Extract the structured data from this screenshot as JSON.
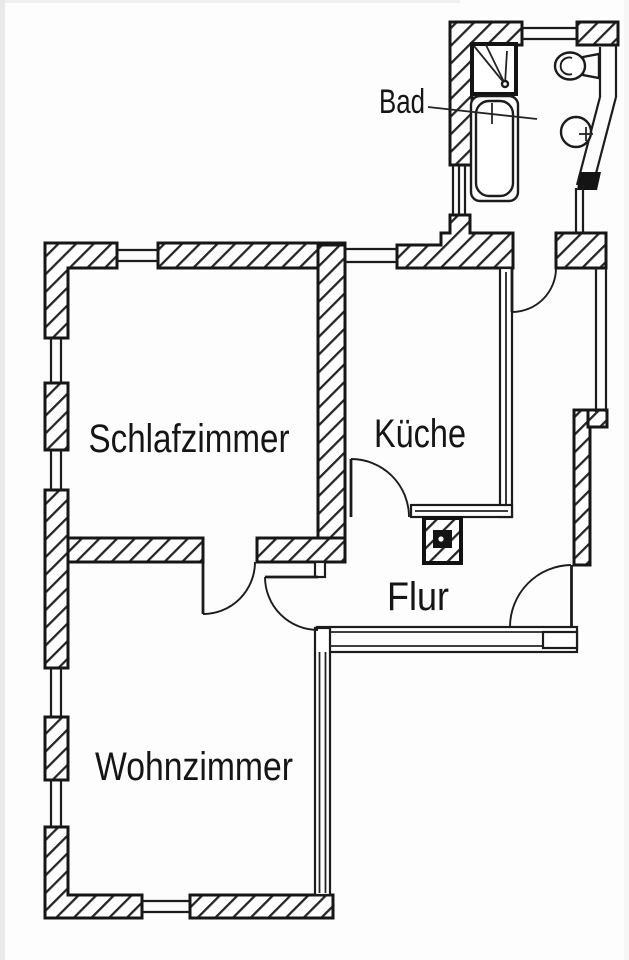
{
  "document": {
    "kind": "scanned apartment floor plan",
    "language": "de"
  },
  "colors": {
    "ink": "#1c1c1c",
    "paper": "#ffffff",
    "hatch_line": "#262626"
  },
  "rooms": {
    "bad": {
      "label": "Bad"
    },
    "schlafzimmer": {
      "label": "Schlafzimmer"
    },
    "kueche": {
      "label": "Küche"
    },
    "flur": {
      "label": "Flur"
    },
    "wohnzimmer": {
      "label": "Wohnzimmer"
    }
  },
  "fixtures": {
    "shower": "shower-tray",
    "bathtub": "bathtub",
    "toilet": "toilet",
    "sink": "washbasin",
    "chimney": "chimney-flue"
  },
  "doors": [
    "bathroom-door",
    "kitchen-door",
    "bedroom-livingroom-door",
    "hall-livingroom-door",
    "entrance-door"
  ],
  "windows_count": 8
}
